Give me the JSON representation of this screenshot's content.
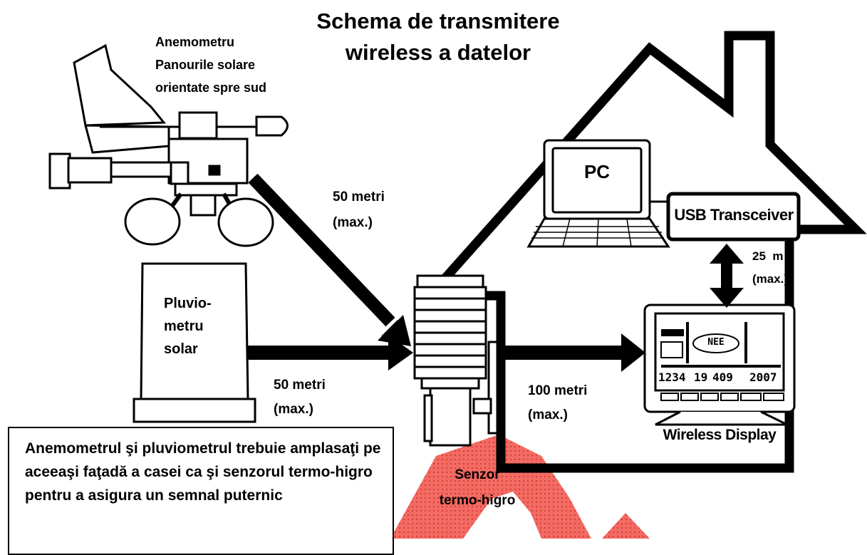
{
  "title_line1": "Schema de transmitere",
  "title_line2": "wireless a datelor",
  "anemometer_label": {
    "line1": "Anemometru",
    "line2": "Panourile solare",
    "line3": "orientate spre sud"
  },
  "rain_gauge_label": {
    "line1": "Pluvio-",
    "line2": "metru",
    "line3": "solar"
  },
  "distance_anemometer": {
    "line1": "50 metri",
    "line2": "(max.)"
  },
  "distance_rain_gauge": {
    "line1": "50 metri",
    "line2": "(max.)"
  },
  "distance_display": {
    "line1": "100 metri",
    "line2": "(max.)"
  },
  "distance_pc": {
    "line1": "25  m",
    "line2": "(max.)"
  },
  "pc_label": "PC",
  "usb_label": "USB Transceiver",
  "display_label": "Wireless Display",
  "display_readouts": {
    "wind_dir": "NEE",
    "bottom_1": "1234",
    "bottom_2": "19",
    "bottom_3": "409",
    "bottom_4": "2007"
  },
  "sensor_label": {
    "line1": "Senzor",
    "line2": "termo-higro"
  },
  "note": "Anemometrul şi pluviometrul trebuie amplasaţi pe aceeaşi faţadă a casei ca şi senzorul termo-higro pentru a asigura un semnal puternic",
  "colors": {
    "accent_red": "#e8322c",
    "ink": "#000000"
  }
}
